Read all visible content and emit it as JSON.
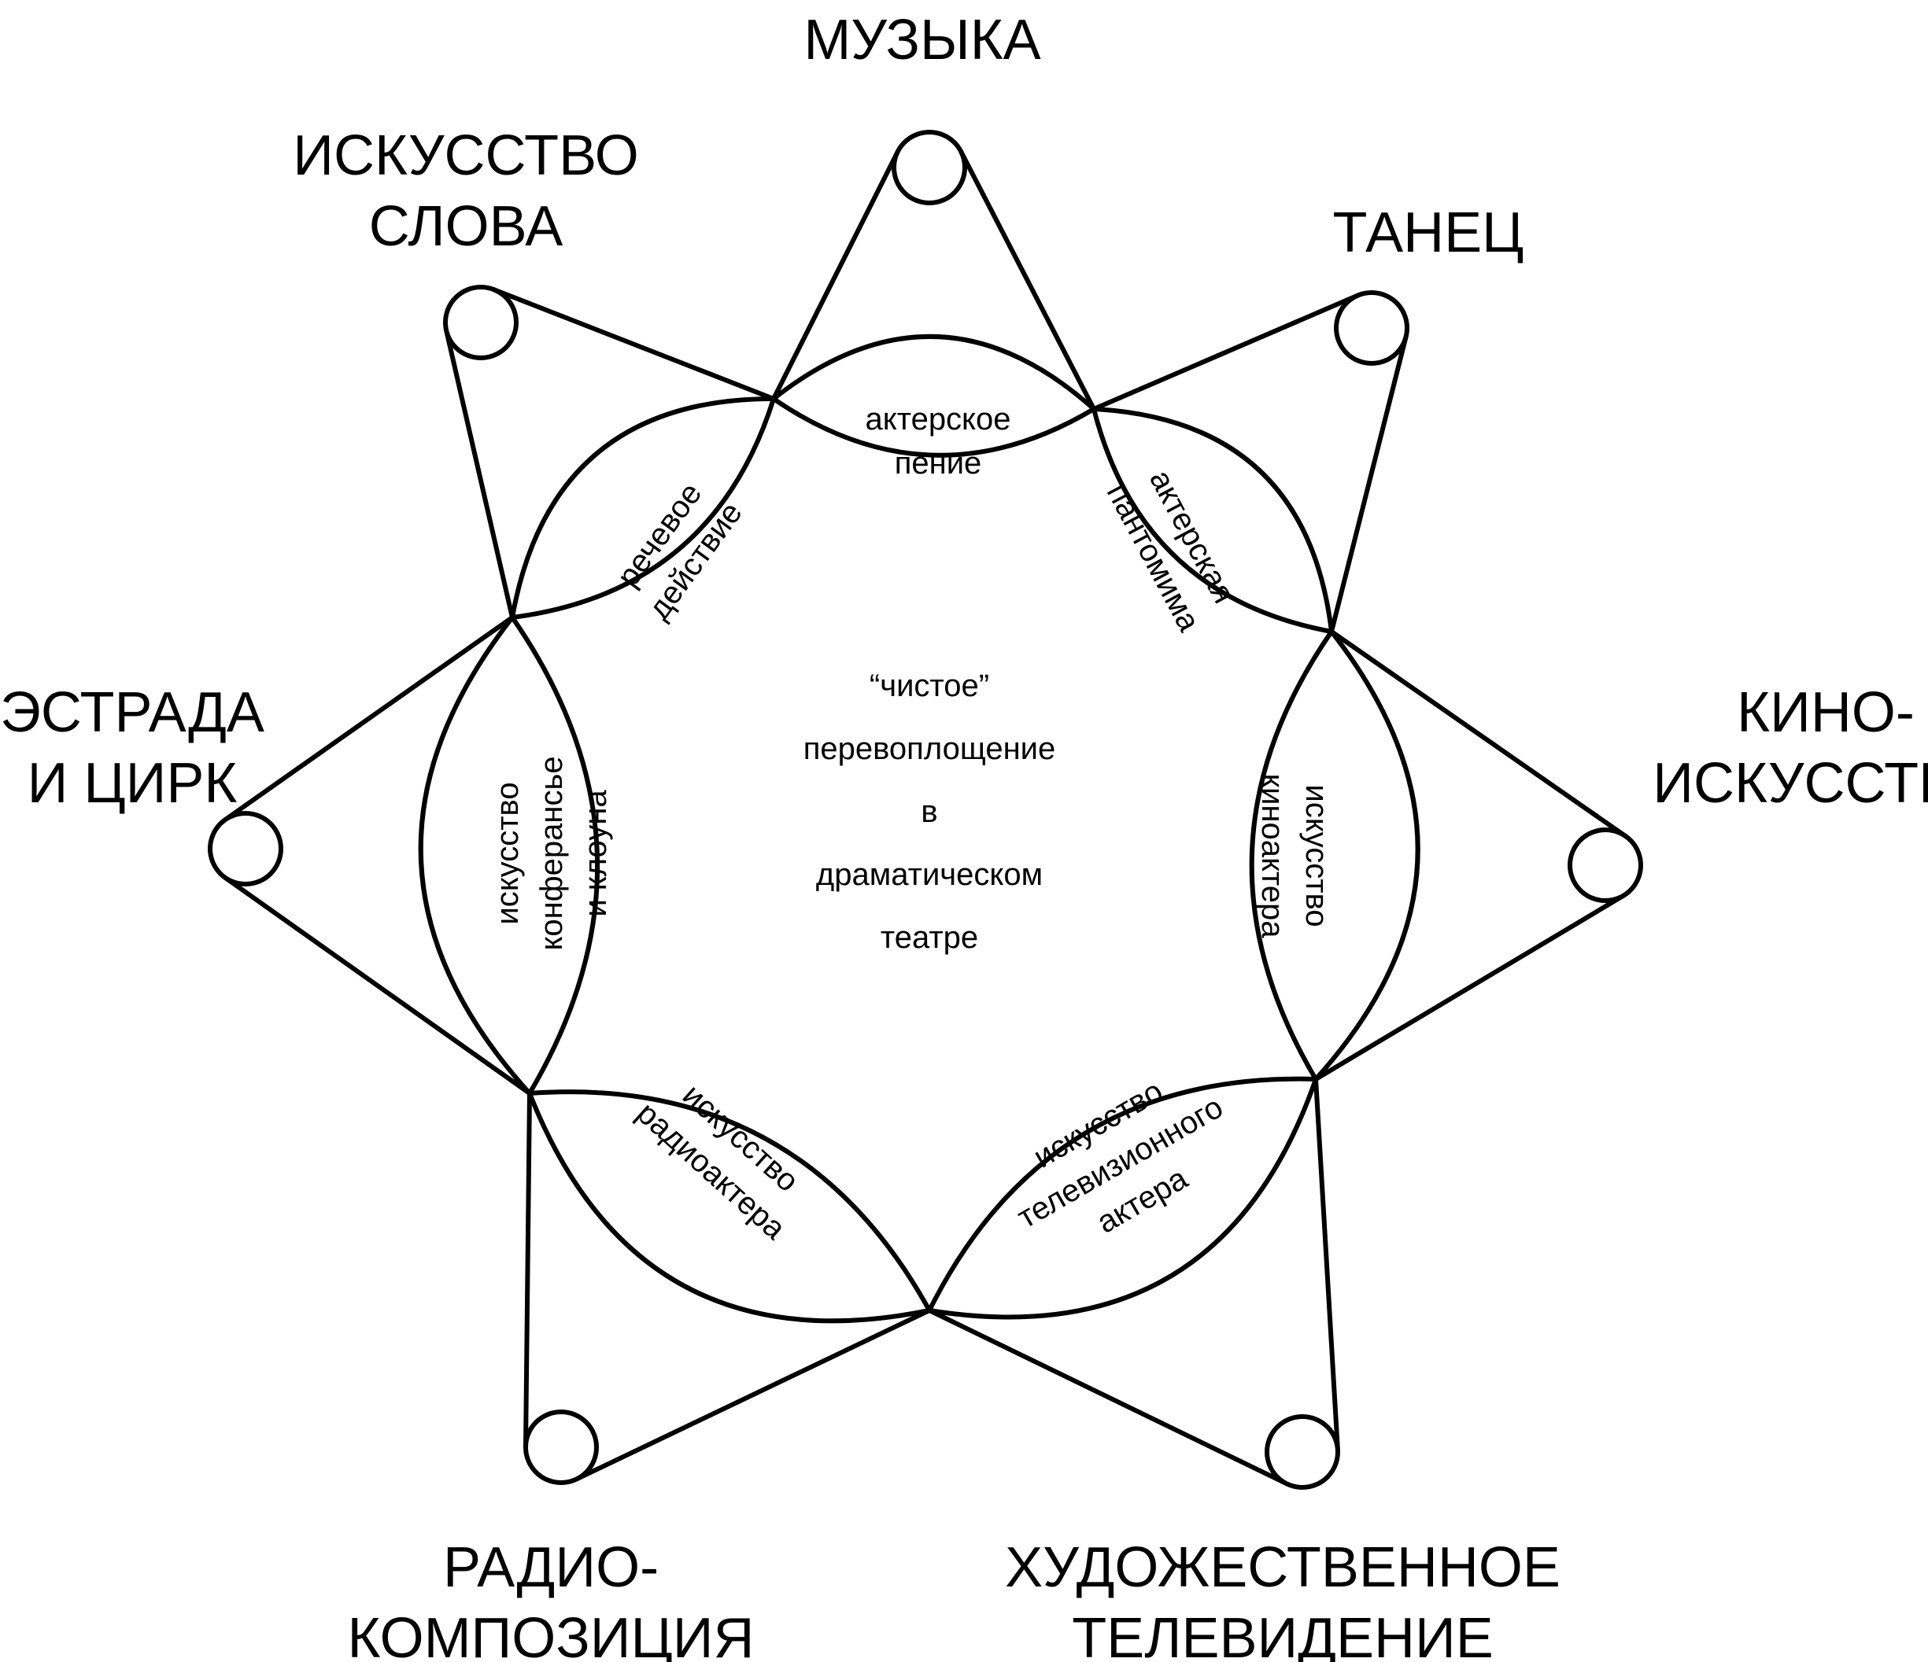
{
  "diagram": {
    "center": {
      "lines": [
        "“чистое”",
        "перевоплощение",
        "в",
        "драматическом",
        "театре"
      ]
    },
    "outer_nodes": [
      {
        "id": "music",
        "lines": [
          "МУЗЫКА"
        ]
      },
      {
        "id": "dance",
        "lines": [
          "ТАНЕЦ"
        ]
      },
      {
        "id": "cinema",
        "lines": [
          "КИНО-",
          "ИСКУССТВО"
        ]
      },
      {
        "id": "television",
        "lines": [
          "ХУДОЖЕСТВЕННОЕ",
          "ТЕЛЕВИДЕНИЕ"
        ]
      },
      {
        "id": "radio",
        "lines": [
          "РАДИО-",
          "КОМПОЗИЦИЯ"
        ]
      },
      {
        "id": "estrada",
        "lines": [
          "ЭСТРАДА",
          "И ЦИРК"
        ]
      },
      {
        "id": "word",
        "lines": [
          "ИСКУССТВО",
          "СЛОВА"
        ]
      }
    ],
    "inner_lenses": [
      {
        "id": "acting-singing",
        "lines": [
          "актерское",
          "пение"
        ]
      },
      {
        "id": "acting-pantomime",
        "lines": [
          "актерская",
          "пантомима"
        ]
      },
      {
        "id": "film-actor",
        "lines": [
          "искусство",
          "киноактера"
        ]
      },
      {
        "id": "tv-actor",
        "lines": [
          "искусство",
          "телевизионного",
          "актера"
        ]
      },
      {
        "id": "radio-actor",
        "lines": [
          "искусство",
          "радиоактера"
        ]
      },
      {
        "id": "entertainer-clown",
        "lines": [
          "искусство",
          "конферансье",
          "и клоуна"
        ]
      },
      {
        "id": "speech-action",
        "lines": [
          "речевое",
          "действие"
        ]
      }
    ]
  }
}
